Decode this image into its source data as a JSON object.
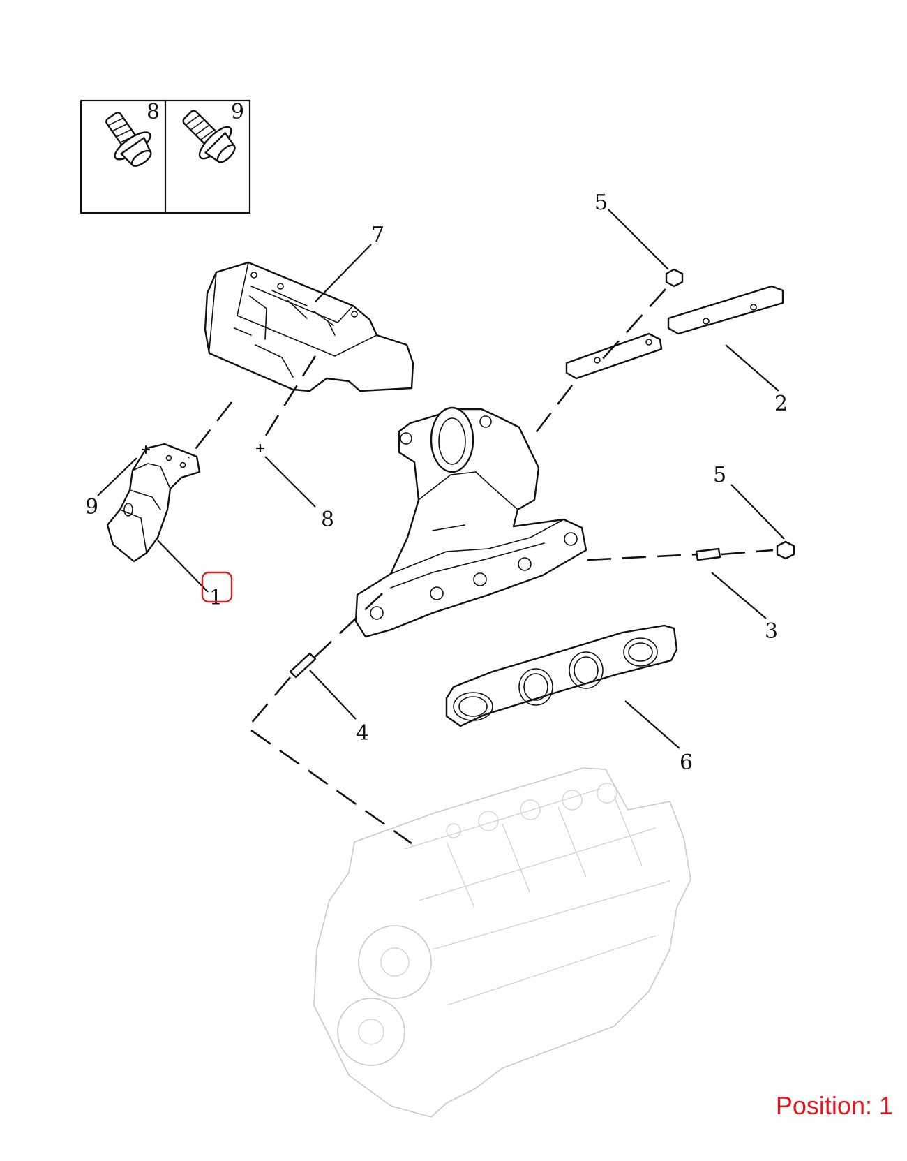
{
  "position_label": "Position: 1",
  "highlight_color": "#e01e1e",
  "inset": {
    "labels": [
      "8",
      "9"
    ]
  },
  "callouts": {
    "c1": "1",
    "c2": "2",
    "c3": "3",
    "c4": "4",
    "c5a": "5",
    "c5b": "5",
    "c6": "6",
    "c7": "7",
    "c8": "8",
    "c9": "9"
  },
  "parts": [
    "bracket-1-icon",
    "heat-shield-7-icon",
    "exhaust-manifold-icon",
    "manifold-gasket-6-icon",
    "stud-rail-2-icon",
    "nut-5-icon",
    "stud-3-icon",
    "dowel-4-icon",
    "bolt-8-icon",
    "bolt-9-icon",
    "engine-block-icon"
  ]
}
